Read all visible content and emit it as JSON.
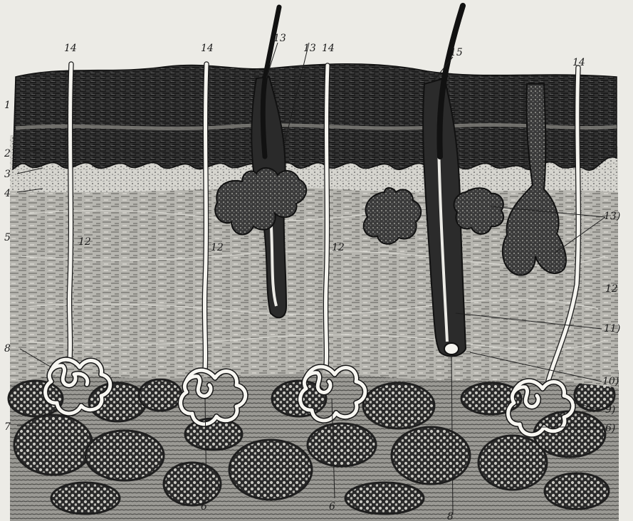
{
  "figure": {
    "label_numbers": {
      "l1": "1",
      "l2": "2",
      "l3": "3",
      "l4": "4",
      "l5": "5",
      "l7": "7",
      "r8a": "8",
      "r9": "9)",
      "r10": "10)",
      "r11": "11)",
      "r12": "12",
      "r13": "13)",
      "r6": "6)",
      "t14a": "14",
      "t14b": "14",
      "t14c": "14",
      "t14d": "14",
      "t13a": "13",
      "t13b": "13",
      "t15": "15",
      "i12a": "12",
      "i12b": "12",
      "i12c": "12",
      "b6a": "6",
      "b6b": "6",
      "b8": "8"
    },
    "colors": {
      "background": "#ecebe6",
      "epidermis": "#2b2b2b",
      "dermis": "#b9b8b2",
      "hypodermis": "#8c8b86",
      "ink": "#1a1a1a"
    }
  }
}
